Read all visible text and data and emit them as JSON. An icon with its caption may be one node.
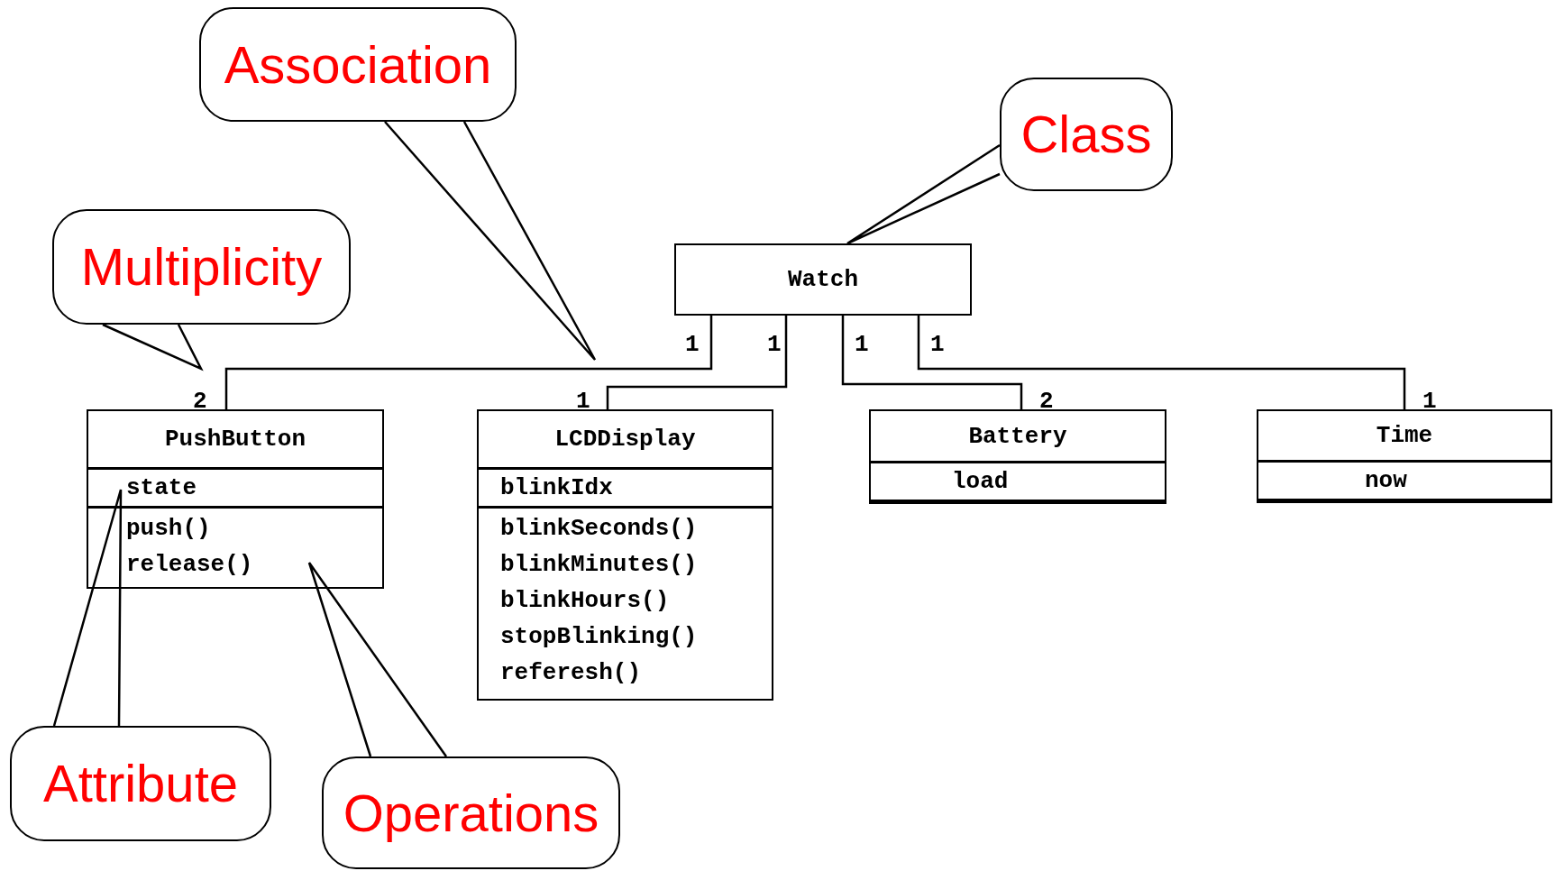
{
  "diagram": {
    "nodes": [
      {
        "text": [
          "Watch"
        ]
      },
      {
        "text": [
          "PushButton",
          "state",
          "push()",
          "release()"
        ]
      },
      {
        "text": [
          "LCDDisplay",
          "blinkIdx",
          "blinkSeconds()",
          "blinkMinutes()",
          "blinkHours()",
          "stopBlinking()",
          "referesh()"
        ]
      },
      {
        "text": [
          "Battery",
          "load"
        ]
      },
      {
        "text": [
          "Time",
          "now"
        ]
      },
      {
        "text": [
          "Association"
        ]
      },
      {
        "text": [
          "Class"
        ]
      },
      {
        "text": [
          "Multiplicity"
        ]
      },
      {
        "text": [
          "Attribute"
        ]
      },
      {
        "text": [
          "Operations"
        ]
      }
    ],
    "edges": [
      {
        "from": 0,
        "to": 1,
        "arrow": "none"
      },
      {
        "from": 0,
        "to": 2,
        "arrow": "none"
      },
      {
        "from": 0,
        "to": 3,
        "arrow": "none"
      },
      {
        "from": 0,
        "to": 4,
        "arrow": "none"
      },
      {
        "from": 5,
        "to": null,
        "arrow": "none"
      },
      {
        "from": 6,
        "to": 0,
        "arrow": "none"
      },
      {
        "from": 7,
        "to": null,
        "arrow": "none"
      },
      {
        "from": 8,
        "to": 1,
        "arrow": "none"
      },
      {
        "from": 9,
        "to": 1,
        "arrow": "none"
      }
    ],
    "labels": [
      "1",
      "1",
      "1",
      "1",
      "2",
      "1",
      "2",
      "1"
    ]
  }
}
